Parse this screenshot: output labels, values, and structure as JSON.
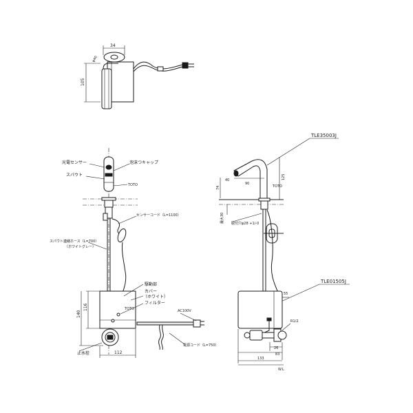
{
  "top_view": {
    "dim_34": "34",
    "dim_phi40": "φ40",
    "dim_105": "105"
  },
  "front_view": {
    "label_sensor": "光電センサー",
    "label_cap": "泡沫つキャップ",
    "label_spout": "スパウト",
    "label_toto_top": "TOTO",
    "label_sensor_cord": "センサーコード（L=1100）",
    "label_hose_line1": "スパウト連絡ホース（L=700）",
    "label_hose_line2": "（ホワイトグレー）",
    "label_drive": "駆動部",
    "label_cover_line1": "カバー",
    "label_cover_line2": "（ホワイト）",
    "label_filter": "フィルター",
    "label_toto_box": "TOTO",
    "label_ac100v": "AC100V",
    "label_stop_valve": "止水栓",
    "label_power_cord": "電源コード（L=750）",
    "dim_116": "116",
    "dim_140": "140",
    "dim_112": "112"
  },
  "side_view": {
    "model_top": "TLE35003J",
    "model_bottom": "TLE01505J",
    "dim_90": "90",
    "dim_40": "40",
    "dim_74": "74",
    "dim_125": "125",
    "label_toto": "TOTO",
    "label_max30": "最大30",
    "label_hole": "取付穴φ28 +1/-0",
    "dim_55": "55",
    "label_r12": "R1/2",
    "dim_26": "26",
    "dim_83": "83",
    "dim_133": "133",
    "label_wl": "W.L"
  }
}
